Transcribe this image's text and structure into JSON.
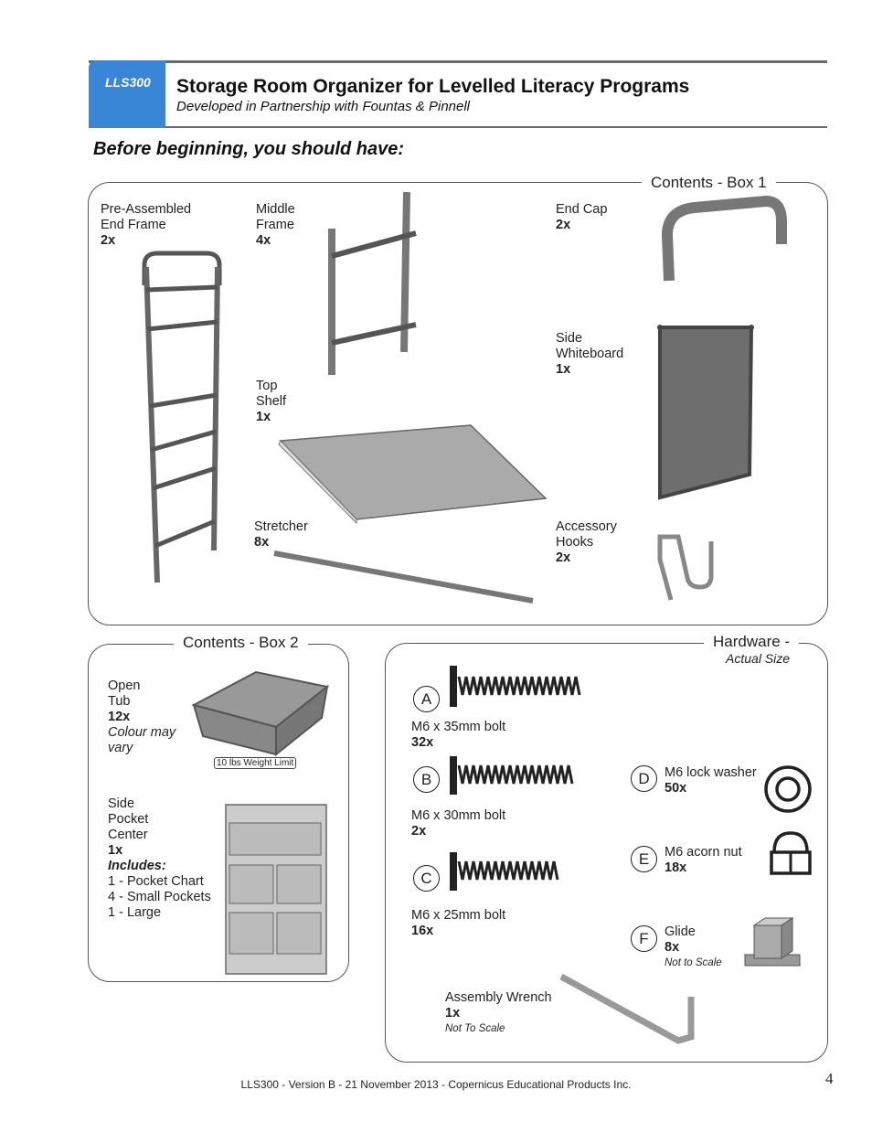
{
  "header": {
    "code": "LLS300",
    "title": "Storage Room Organizer for Levelled Literacy Programs",
    "subtitle": "Developed in Partnership with Fountas & Pinnell"
  },
  "intro": "Before beginning, you should have:",
  "box1": {
    "legend": "Contents - Box 1",
    "items": [
      {
        "lines": [
          "Pre-Assembled",
          "End Frame"
        ],
        "qty": "2x"
      },
      {
        "lines": [
          "Middle",
          "Frame"
        ],
        "qty": "4x"
      },
      {
        "lines": [
          "End Cap"
        ],
        "qty": "2x"
      },
      {
        "lines": [
          "Side",
          "Whiteboard"
        ],
        "qty": "1x"
      },
      {
        "lines": [
          "Top",
          "Shelf"
        ],
        "qty": "1x"
      },
      {
        "lines": [
          "Stretcher"
        ],
        "qty": "8x"
      },
      {
        "lines": [
          "Accessory",
          "Hooks"
        ],
        "qty": "2x"
      }
    ]
  },
  "box2": {
    "legend": "Contents - Box 2",
    "tub": {
      "lines": [
        "Open",
        "Tub"
      ],
      "qty": "12x",
      "note": [
        "Colour may",
        "vary"
      ],
      "weight_tag": "10 lbs Weight Limit"
    },
    "pocket": {
      "lines": [
        "Side",
        "Pocket",
        "Center"
      ],
      "qty": "1x",
      "includes_label": "Includes:",
      "includes": [
        "1 - Pocket Chart",
        "4 - Small Pockets",
        "1 - Large"
      ]
    }
  },
  "hardware": {
    "legend": "Hardware -",
    "legend_sub": "Actual Size",
    "items": [
      {
        "letter": "A",
        "name": "M6 x 35mm bolt",
        "qty": "32x"
      },
      {
        "letter": "B",
        "name": "M6 x 30mm bolt",
        "qty": "2x"
      },
      {
        "letter": "C",
        "name": "M6 x 25mm bolt",
        "qty": "16x"
      },
      {
        "letter": "D",
        "name": "M6 lock washer",
        "qty": "50x"
      },
      {
        "letter": "E",
        "name": "M6 acorn nut",
        "qty": "18x"
      },
      {
        "letter": "F",
        "name": "Glide",
        "qty": "8x",
        "note": "Not to Scale"
      }
    ],
    "wrench": {
      "name": "Assembly Wrench",
      "qty": "1x",
      "note": "Not To Scale"
    }
  },
  "footer": "LLS300 - Version B - 21 November 2013 - Copernicus Educational Products Inc.",
  "page_number": "4",
  "colors": {
    "badge": "#3a86d6",
    "rule": "#6a6a6a"
  }
}
